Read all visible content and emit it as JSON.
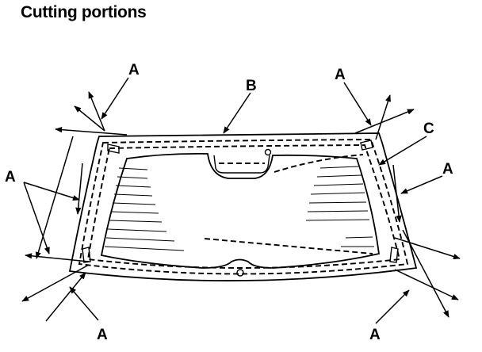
{
  "title": "Cutting portions",
  "callouts": {
    "A": "A",
    "B": "B",
    "C": "C"
  },
  "colors": {
    "line": "#000000",
    "background": "#ffffff"
  }
}
